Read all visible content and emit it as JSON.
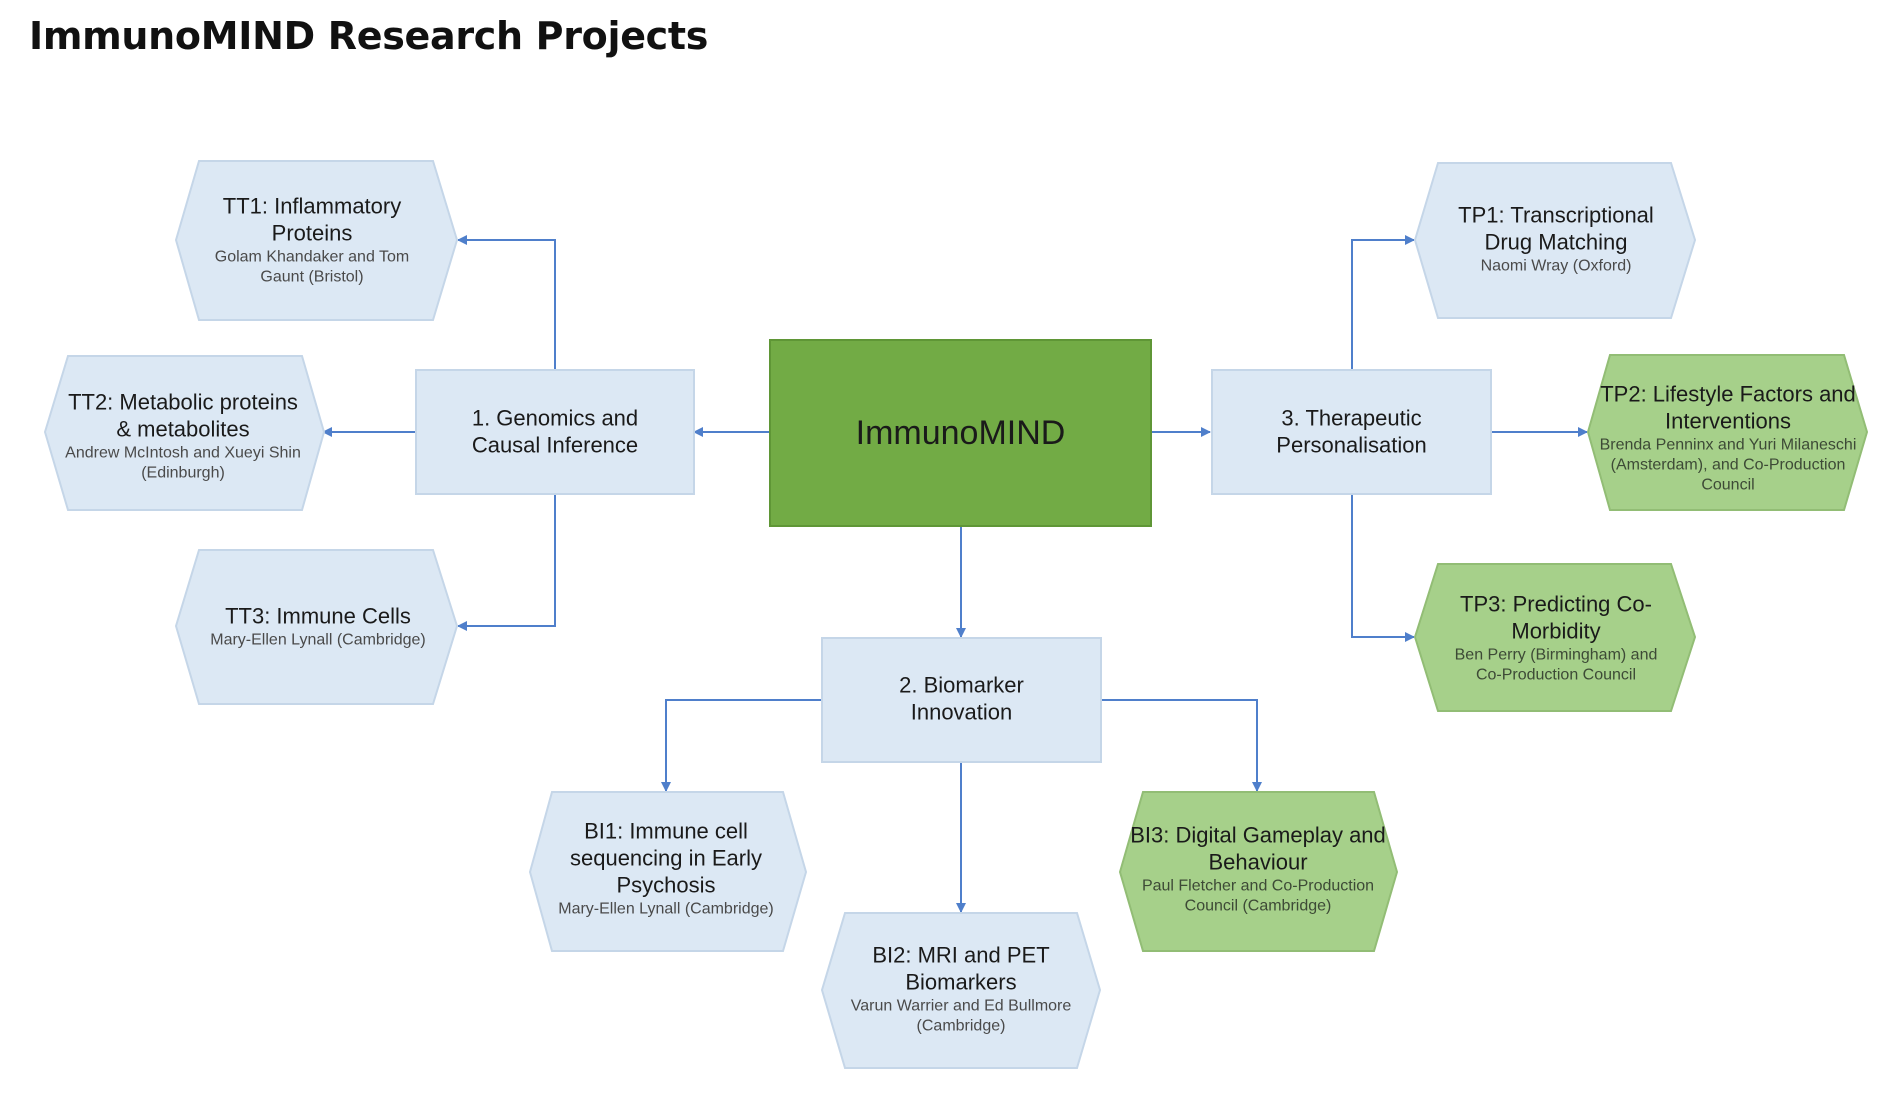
{
  "title": "ImmunoMIND Research Projects",
  "colors": {
    "center_fill": "#72ab45",
    "center_stroke": "#5f9636",
    "box_fill": "#dce8f4",
    "box_stroke": "#c5d6e8",
    "green_fill": "#a6d08a",
    "green_stroke": "#92bd75",
    "arrow": "#4f7fcb"
  },
  "center": {
    "label": "ImmunoMIND"
  },
  "themes": {
    "genomics": {
      "line1": "1. Genomics and",
      "line2": "Causal Inference"
    },
    "biomarker": {
      "line1": "2. Biomarker",
      "line2": "Innovation"
    },
    "therapeutic": {
      "line1": "3. Therapeutic",
      "line2": "Personalisation"
    }
  },
  "projects": {
    "tt1": {
      "title": [
        "TT1: Inflammatory",
        "Proteins"
      ],
      "people": [
        "Golam Khandaker and Tom",
        "Gaunt (Bristol)"
      ]
    },
    "tt2": {
      "title": [
        "TT2: Metabolic proteins",
        "& metabolites"
      ],
      "people": [
        "Andrew McIntosh and Xueyi Shin",
        "(Edinburgh)"
      ]
    },
    "tt3": {
      "title": [
        "TT3: Immune Cells"
      ],
      "people": [
        "Mary-Ellen Lynall (Cambridge)"
      ]
    },
    "tp1": {
      "title": [
        "TP1: Transcriptional",
        "Drug Matching"
      ],
      "people": [
        "Naomi Wray (Oxford)"
      ]
    },
    "tp2": {
      "title": [
        "TP2: Lifestyle Factors and",
        "Interventions"
      ],
      "people": [
        "Brenda Penninx and Yuri Milaneschi",
        "(Amsterdam), and Co-Production",
        "Council"
      ]
    },
    "tp3": {
      "title": [
        "TP3: Predicting Co-",
        "Morbidity"
      ],
      "people": [
        "Ben Perry (Birmingham) and",
        "Co-Production Council"
      ]
    },
    "bi1": {
      "title": [
        "BI1: Immune cell",
        "sequencing in Early",
        "Psychosis"
      ],
      "people": [
        "Mary-Ellen Lynall (Cambridge)"
      ]
    },
    "bi2": {
      "title": [
        "BI2: MRI and PET",
        "Biomarkers"
      ],
      "people": [
        "Varun Warrier and Ed Bullmore",
        "(Cambridge)"
      ]
    },
    "bi3": {
      "title": [
        "BI3: Digital Gameplay and",
        "Behaviour"
      ],
      "people": [
        "Paul Fletcher and Co-Production",
        "Council (Cambridge)"
      ]
    }
  }
}
